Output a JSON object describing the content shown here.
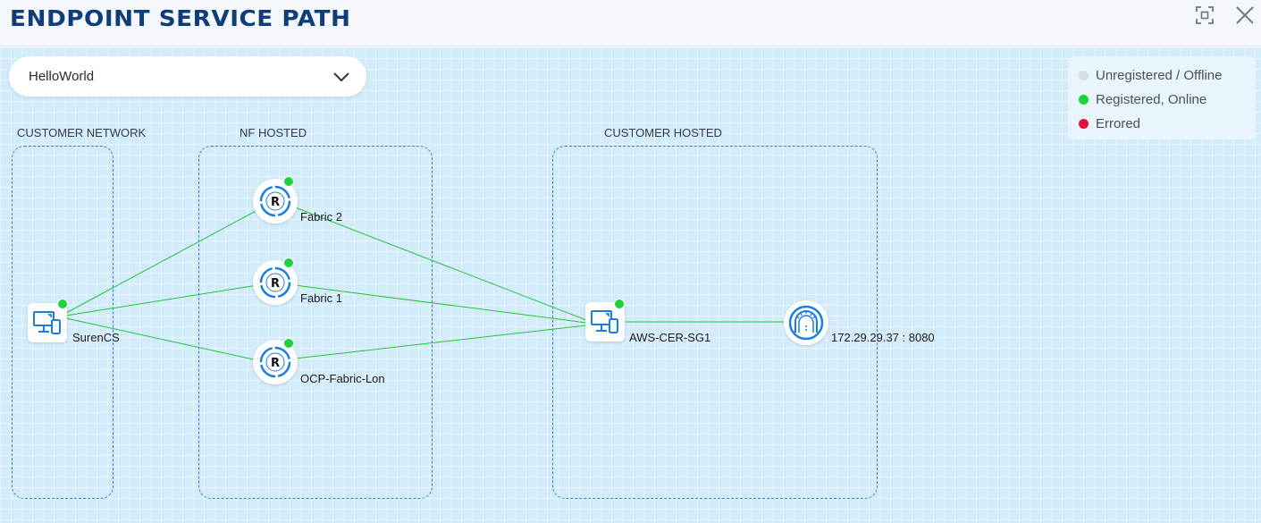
{
  "header": {
    "title": "ENDPOINT SERVICE PATH",
    "expand_icon": "expand-icon",
    "close_icon": "close-icon"
  },
  "service_select": {
    "value": "HelloWorld",
    "icon": "chevron-down-icon"
  },
  "legend": {
    "items": [
      {
        "label": "Unregistered / Offline",
        "color": "#d9dde3"
      },
      {
        "label": "Registered, Online",
        "color": "#1ed33a"
      },
      {
        "label": "Errored",
        "color": "#e8103a"
      }
    ]
  },
  "zones": {
    "customer_network": "CUSTOMER NETWORK",
    "nf_hosted": "NF HOSTED",
    "customer_hosted": "CUSTOMER HOSTED"
  },
  "nodes": {
    "suren_cs": {
      "label": "SurenCS",
      "status": "online"
    },
    "fabric_2": {
      "label": "Fabric 2",
      "status": "online"
    },
    "fabric_1": {
      "label": "Fabric 1",
      "status": "online"
    },
    "ocp_fabric_lon": {
      "label": "OCP-Fabric-Lon",
      "status": "online"
    },
    "aws_cer_sg1": {
      "label": "AWS-CER-SG1",
      "status": "online"
    },
    "service_target": {
      "label": "172.29.29.37 : 8080"
    }
  },
  "colors": {
    "link": "#22c33a",
    "accent": "#1a7ee0",
    "title": "#0f3d7a",
    "online": "#1ed33a"
  }
}
